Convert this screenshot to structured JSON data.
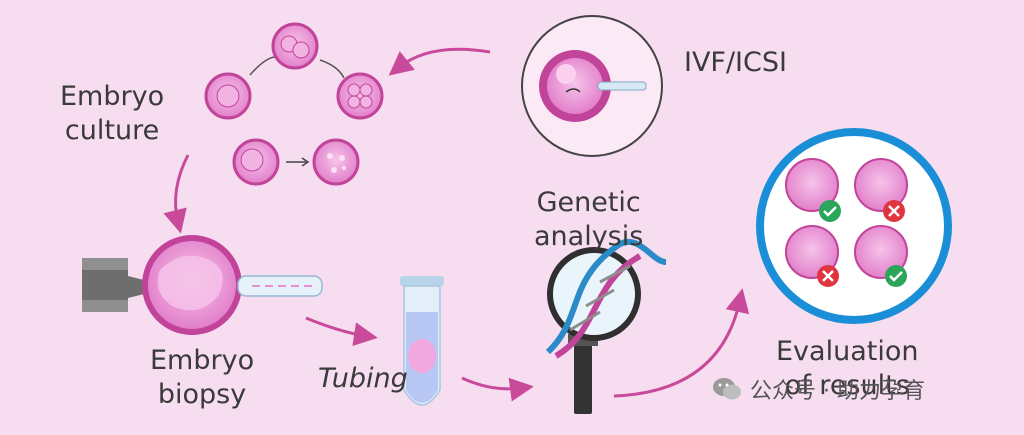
{
  "labels": {
    "ivf": "IVF/ICSI",
    "culture_line1": "Embryo",
    "culture_line2": "culture",
    "genetic_line1": "Genetic",
    "genetic_line2": "analysis",
    "biopsy_line1": "Embryo",
    "biopsy_line2": "biopsy",
    "tubing": "Tubing",
    "eval_line1": "Evaluation",
    "eval_line2": "of results"
  },
  "watermark": {
    "text": "公众号 · 助力孕育",
    "icon": "wechat-icon"
  },
  "colors": {
    "background": "#f7ddf0",
    "embryo": "#e98fd4",
    "arrow": "#c94a9a",
    "ring": "#1a8fd8",
    "check": "#2aa55a",
    "cross": "#e0343e"
  }
}
